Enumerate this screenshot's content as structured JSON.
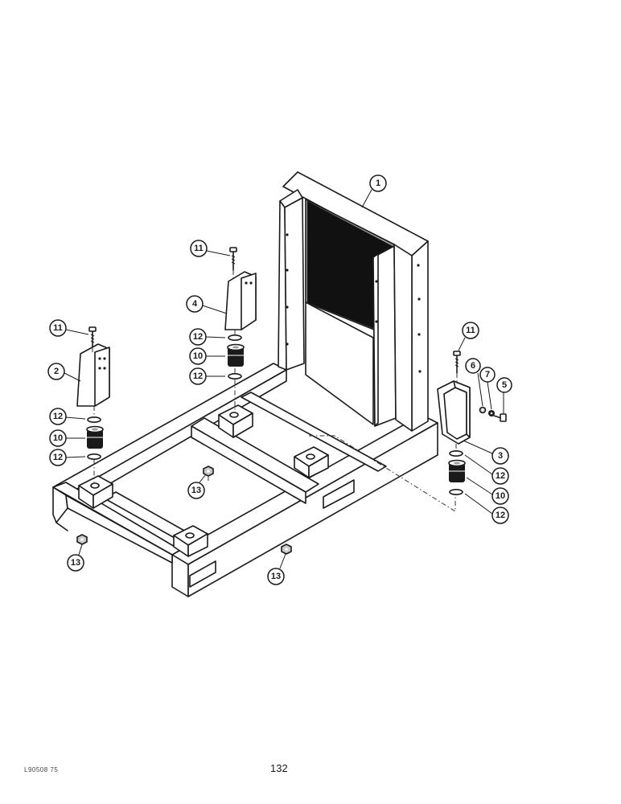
{
  "page": {
    "number": "132",
    "drawing_code": "L90508 75"
  },
  "callouts": [
    {
      "id": "c1",
      "label": "1"
    },
    {
      "id": "c2",
      "label": "2"
    },
    {
      "id": "c3",
      "label": "3"
    },
    {
      "id": "c4",
      "label": "4"
    },
    {
      "id": "c5",
      "label": "5"
    },
    {
      "id": "c6",
      "label": "6"
    },
    {
      "id": "c7",
      "label": "7"
    },
    {
      "id": "c10a",
      "label": "10"
    },
    {
      "id": "c10b",
      "label": "10"
    },
    {
      "id": "c10c",
      "label": "10"
    },
    {
      "id": "c11a",
      "label": "11"
    },
    {
      "id": "c11b",
      "label": "11"
    },
    {
      "id": "c11c",
      "label": "11"
    },
    {
      "id": "c12a",
      "label": "12"
    },
    {
      "id": "c12b",
      "label": "12"
    },
    {
      "id": "c12c",
      "label": "12"
    },
    {
      "id": "c12d",
      "label": "12"
    },
    {
      "id": "c12e",
      "label": "12"
    },
    {
      "id": "c12f",
      "label": "12"
    },
    {
      "id": "c13a",
      "label": "13"
    },
    {
      "id": "c13b",
      "label": "13"
    },
    {
      "id": "c13c",
      "label": "13"
    }
  ]
}
